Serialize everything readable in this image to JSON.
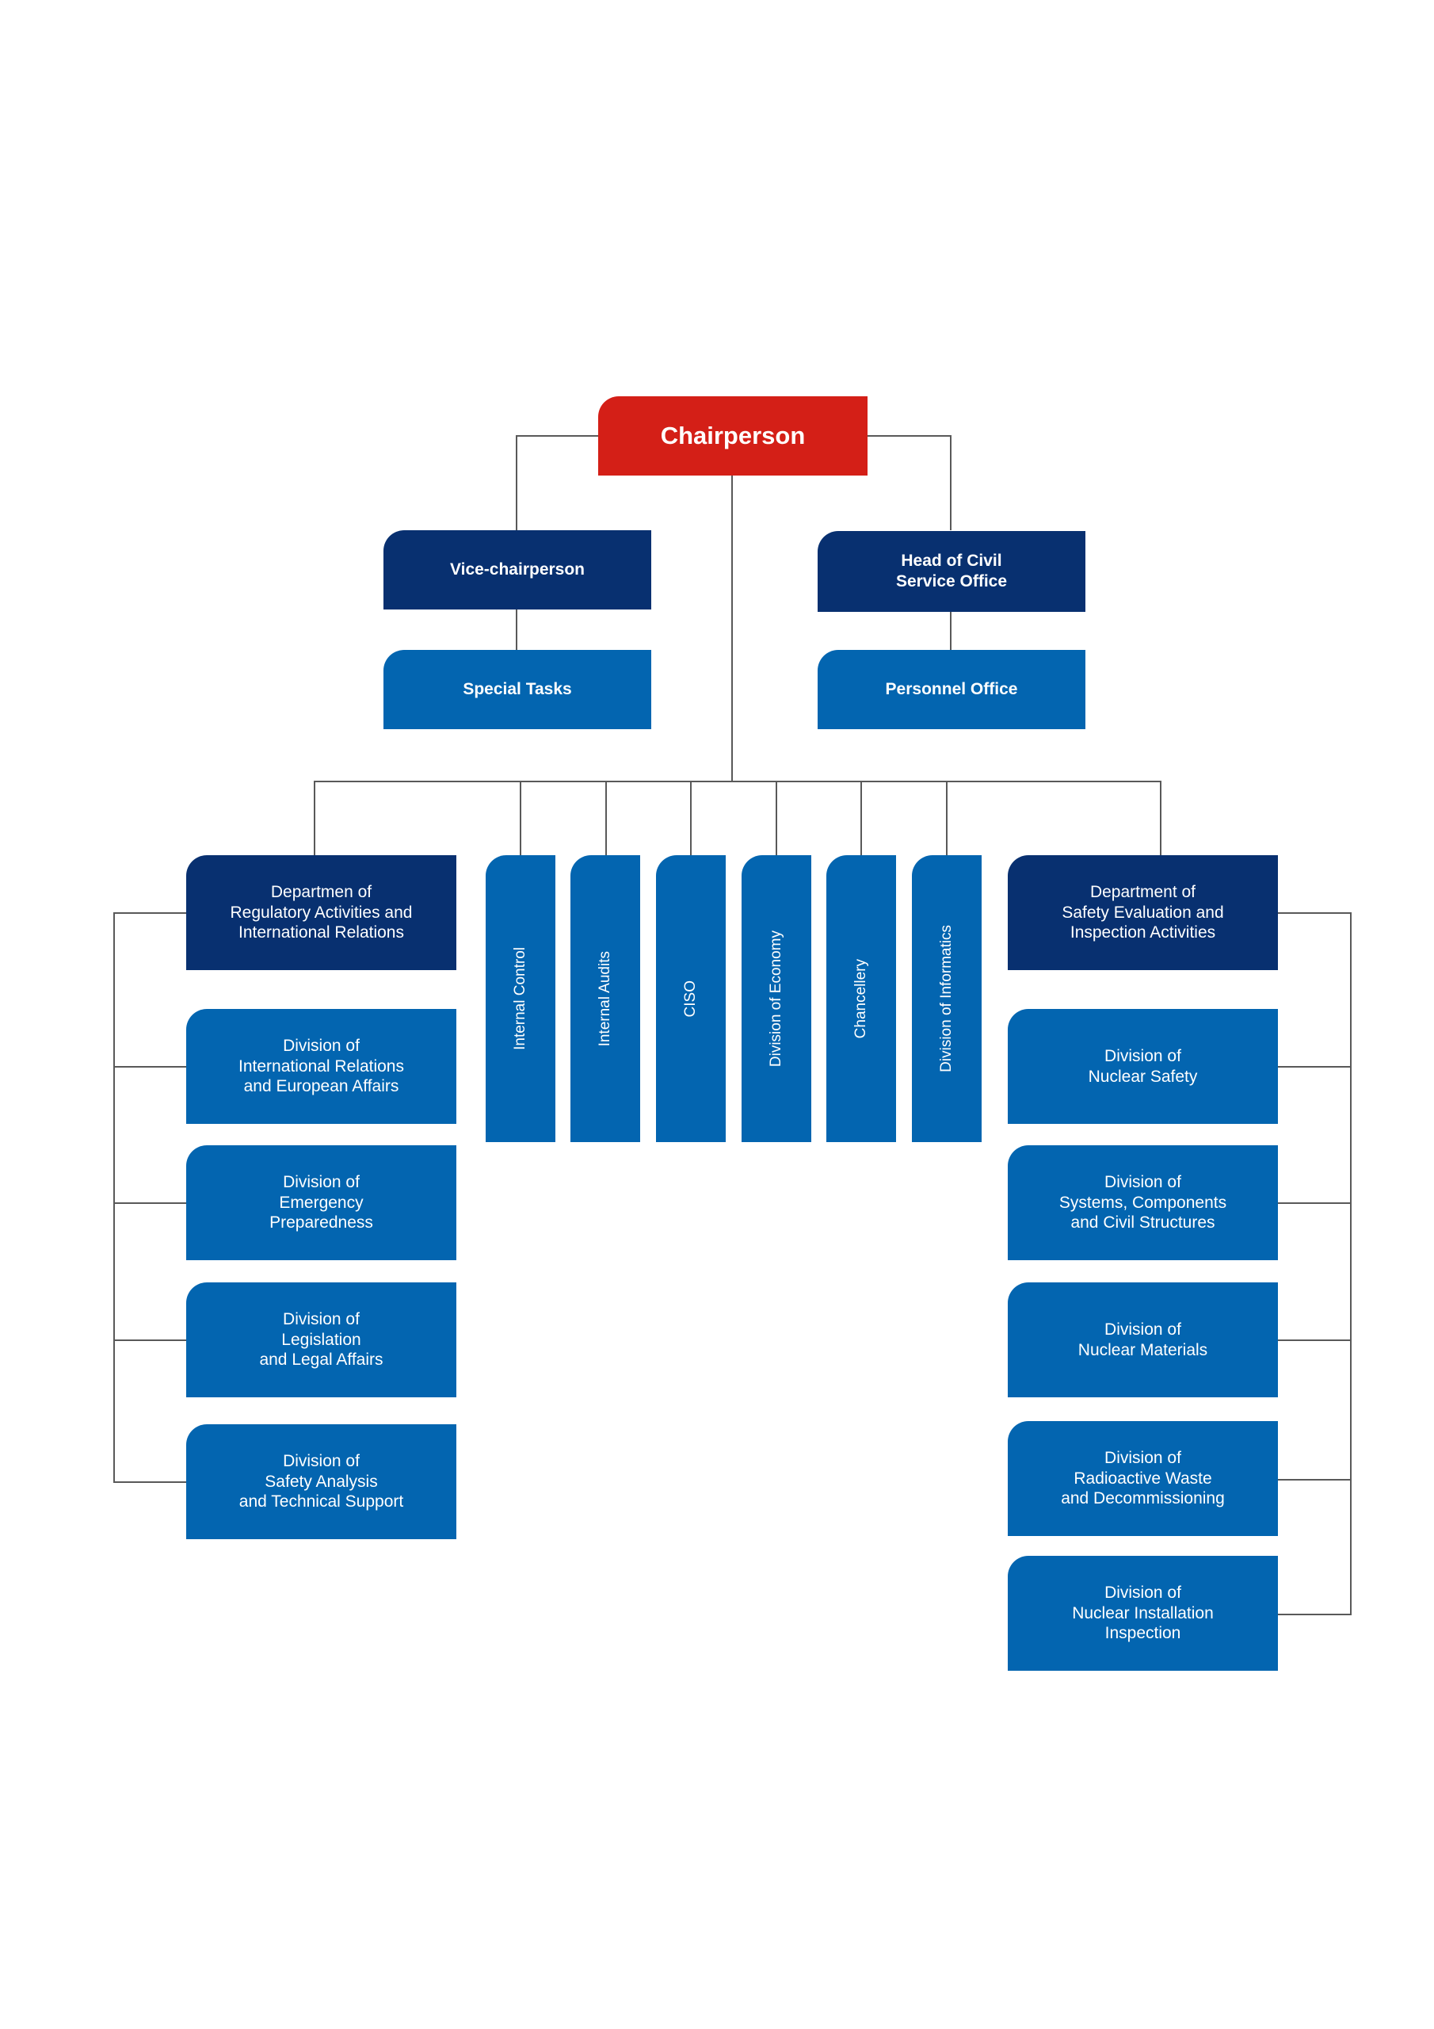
{
  "chart_data": {
    "type": "diagram",
    "title": "Organizational Structure Chart",
    "orientation": "top-down",
    "colors": {
      "root": "#d41f17",
      "department": "#083070",
      "division": "#0365b0",
      "connector": "#595959",
      "background": "#ffffff",
      "text": "#ffffff"
    }
  },
  "root": {
    "label": "Chairperson"
  },
  "left_branch": {
    "head": {
      "label": "Vice-chairperson"
    },
    "child": {
      "label": "Special Tasks"
    }
  },
  "right_branch": {
    "head": {
      "label": "Head of Civil\nService Office"
    },
    "child": {
      "label": "Personnel Office"
    }
  },
  "department_left": {
    "header": {
      "label": "Departmen of\nRegulatory Activities and\nInternational Relations"
    },
    "divisions": [
      {
        "label": "Division of\nInternational Relations\nand European Affairs"
      },
      {
        "label": "Division of\nEmergency\nPreparedness"
      },
      {
        "label": "Division of\nLegislation\nand Legal Affairs"
      },
      {
        "label": "Division of\nSafety Analysis\nand Technical Support"
      }
    ]
  },
  "standalone_units": [
    {
      "label": "Internal Control"
    },
    {
      "label": "Internal Audits"
    },
    {
      "label": "CISO"
    },
    {
      "label": "Division of Economy"
    },
    {
      "label": "Chancellery"
    },
    {
      "label": "Division of Informatics"
    }
  ],
  "department_right": {
    "header": {
      "label": "Department of\nSafety Evaluation and\nInspection Activities"
    },
    "divisions": [
      {
        "label": "Division of\nNuclear Safety"
      },
      {
        "label": "Division of\nSystems, Components\nand Civil Structures"
      },
      {
        "label": "Division of\nNuclear Materials"
      },
      {
        "label": "Division of\nRadioactive Waste\nand Decommissioning"
      },
      {
        "label": "Division of\nNuclear Installation\nInspection"
      }
    ]
  }
}
